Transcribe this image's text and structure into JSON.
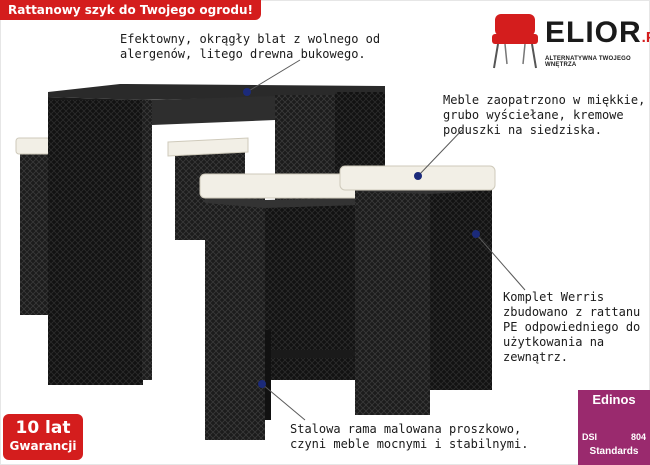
{
  "banner": "Rattanowy szyk do Twojego ogrodu!",
  "callouts": {
    "tabletop": "Efektowny, okrągły blat z wolnego od\nalergenów, litego drewna bukowego.",
    "cushions": "Meble zaopatrzono w miękkie,\ngrubo wyściełane, kremowe\npoduszki na siedziska.",
    "rattan": "Komplet Werris\nzbudowano z rattanu\nPE odpowiedniego do\nużytkowania na\nzewnątrz.",
    "frame": "Stalowa rama malowana proszkowo,\nczyni meble mocnymi i stabilnymi."
  },
  "logo": {
    "name": "ELIOR",
    "suffix": ".PL",
    "tagline": "ALTERNATYWNA TWOJEGO WNĘTRZA"
  },
  "warranty": {
    "line1": "10 lat",
    "line2": "Gwarancji"
  },
  "certification": {
    "brand": "Edinos",
    "dsi": "DSI",
    "number": "804",
    "standards": "Standards"
  },
  "colors": {
    "accent": "#d41d1d",
    "rattan": "#1c1c1c",
    "cushion": "#f2efe6",
    "cert": "#9a2a6e"
  }
}
